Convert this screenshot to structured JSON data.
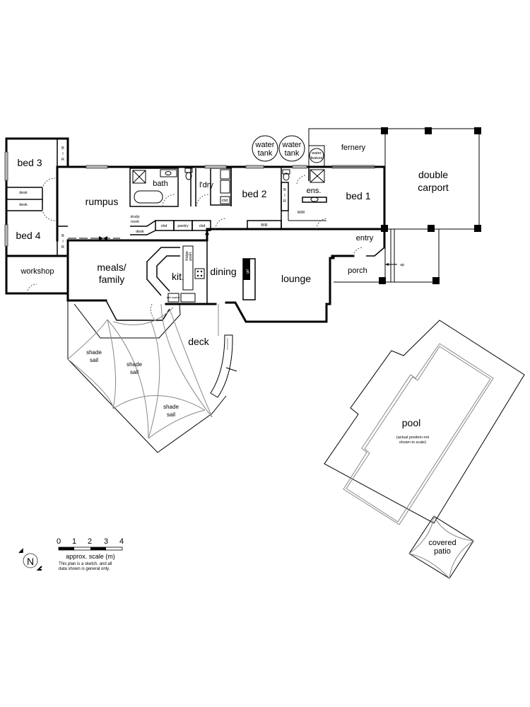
{
  "rooms": {
    "bed3": "bed 3",
    "bed4": "bed 4",
    "workshop": "workshop",
    "rumpus": "rumpus",
    "bath": "bath",
    "laundry": "l'dry",
    "bed2": "bed 2",
    "ensuite": "ens.",
    "bed1": "bed 1",
    "fernery": "fernery",
    "carport_line1": "double",
    "carport_line2": "carport",
    "meals_line1": "meals/",
    "meals_line2": "family",
    "kitchen": "kit.",
    "dining": "dining",
    "lounge": "lounge",
    "entry": "entry",
    "porch": "porch",
    "deck": "deck",
    "pool": "pool",
    "patio_line1": "covered",
    "patio_line2": "patio"
  },
  "fixtures": {
    "bir": "BIR",
    "bir_letters": [
      "B",
      "I",
      "R"
    ],
    "desk": "desk",
    "study_line1": "study",
    "study_line2": "nook",
    "cbd": "cbd",
    "pantry": "pantry",
    "wir": "WIR",
    "fridge_line1": "fridge",
    "fridge_line2": "posn.",
    "fire": "gif",
    "dishwasher": "dish washer",
    "water_tank_line1": "water",
    "water_tank_line2": "tank",
    "water_feature_line1": "water",
    "water_feature_line2": "feature",
    "shade_line1": "shade",
    "shade_line2": "sail",
    "up": "up",
    "pool_note_line1": "(actual position not",
    "pool_note_line2": "shown to scale)"
  },
  "legend": {
    "scale_ticks": [
      "0",
      "1",
      "2",
      "3",
      "4"
    ],
    "scale_label": "approx. scale (m)",
    "disclaimer_line1": "This plan is a sketch, and all",
    "disclaimer_line2": "data shown is general only.",
    "north": "N"
  }
}
